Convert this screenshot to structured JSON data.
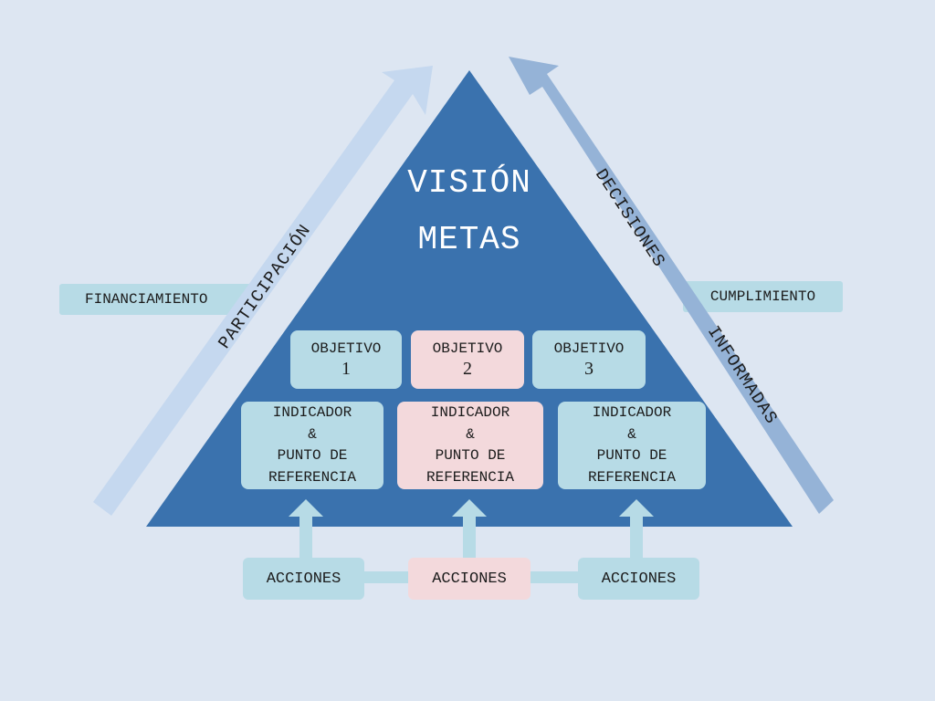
{
  "pyramid": {
    "vision": "VISIÓN",
    "metas": "METAS"
  },
  "objectives": [
    {
      "line1": "OBJETIVO",
      "line2": "1"
    },
    {
      "line1": "OBJETIVO",
      "line2": "2"
    },
    {
      "line1": "OBJETIVO",
      "line2": "3"
    }
  ],
  "indicators": [
    {
      "l1": "INDICADOR",
      "l2": "&",
      "l3": "PUNTO DE",
      "l4": "REFERENCIA"
    },
    {
      "l1": "INDICADOR",
      "l2": "&",
      "l3": "PUNTO DE",
      "l4": "REFERENCIA"
    },
    {
      "l1": "INDICADOR",
      "l2": "&",
      "l3": "PUNTO DE",
      "l4": "REFERENCIA"
    }
  ],
  "actions": [
    "ACCIONES",
    "ACCIONES",
    "ACCIONES"
  ],
  "left_label": "FINANCIAMIENTO",
  "right_label": "CUMPLIMIENTO",
  "arrow_left": "PARTICIPACIÓN",
  "arrow_right_top": "DECISIONES",
  "arrow_right_bottom": "INFORMADAS",
  "colors": {
    "background": "#dde6f2",
    "triangle": "#3a72ae",
    "box_blue": "#b7dbe6",
    "box_pink": "#f3d9dc",
    "arrow_left": "#c5d8ef",
    "arrow_right": "#95b3d7",
    "connector": "#b7dbe6"
  }
}
